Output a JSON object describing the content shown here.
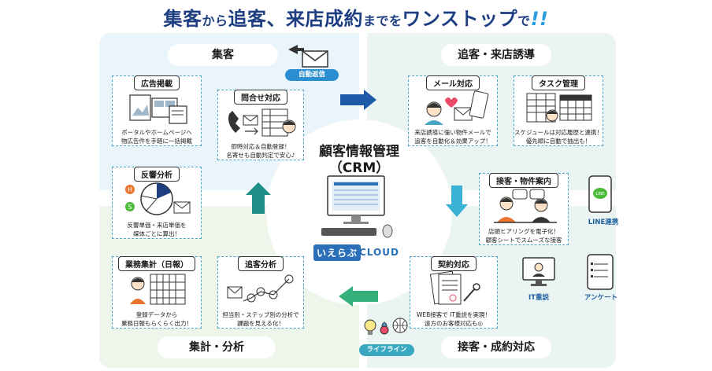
{
  "headline": {
    "strong_a": "集客",
    "small_a": "から",
    "strong_b": "追客、来店成約",
    "small_b": "までを",
    "strong_c": "ワンストップ",
    "small_c": "で",
    "accent": "!!"
  },
  "sections": {
    "shukyaku": "集客",
    "tsuikyaku": "追客・来店誘導",
    "shukei": "集計・分析",
    "sekkyaku": "接客・成約対応"
  },
  "center": {
    "title": "顧客情報管理\n（CRM）",
    "logo_jp": "いえらぶ",
    "logo_en": "CLOUD"
  },
  "cards": {
    "ad": {
      "title": "広告掲載",
      "desc": "ポータルやホームページへ\n物広告件を手軽に一括掲載"
    },
    "inquiry": {
      "title": "問合せ対応",
      "desc": "即時対応＆自動登録！\n名寄せも自動判定で安心♪"
    },
    "reaction": {
      "title": "反響分析",
      "desc": "反響単価・来店単価を\n媒体ごとに算出！"
    },
    "mail": {
      "title": "メール対応",
      "desc": "来店誘導に強い物件メールで\n追客を自動化＆効果アップ！"
    },
    "task": {
      "title": "タスク管理",
      "desc": "スケジュールは対応履歴と連携！\n優先順に自動で抽出も！"
    },
    "service": {
      "title": "接客・物件案内",
      "desc": "店頭ヒアリングを電子化！\n顧客シートでスムーズな接客"
    },
    "contract": {
      "title": "契約対応",
      "desc": "WEB接客で IT重説を実現！\n遠方のお客様対応も◎"
    },
    "business": {
      "title": "業務集計（日報）",
      "desc": "登録データから\n業務日報もらくらく出力！"
    },
    "tracking": {
      "title": "追客分析",
      "desc": "担当別・ステップ別の分析で\n課題を見える化！"
    }
  },
  "badges": {
    "auto_reply": "自動返信",
    "line": "LINE連携",
    "it": "IT重説",
    "survey": "アンケート",
    "lifeline": "ライフライン"
  },
  "colors": {
    "navy": "#1d3f82",
    "blue": "#2a8fd0",
    "teal": "#3aa8c0",
    "arrow_blue": "#1f5aa8",
    "arrow_sky": "#3ab2d6",
    "arrow_teal": "#1f8f88",
    "arrow_green": "#36b07a"
  },
  "icons": [
    "mail-icon",
    "monitor-icon",
    "smartphone-icon",
    "tablet-icon",
    "lightbulb-icon",
    "globe-icon",
    "pie-chart-icon",
    "calendar-icon",
    "phone-icon",
    "document-icon"
  ]
}
